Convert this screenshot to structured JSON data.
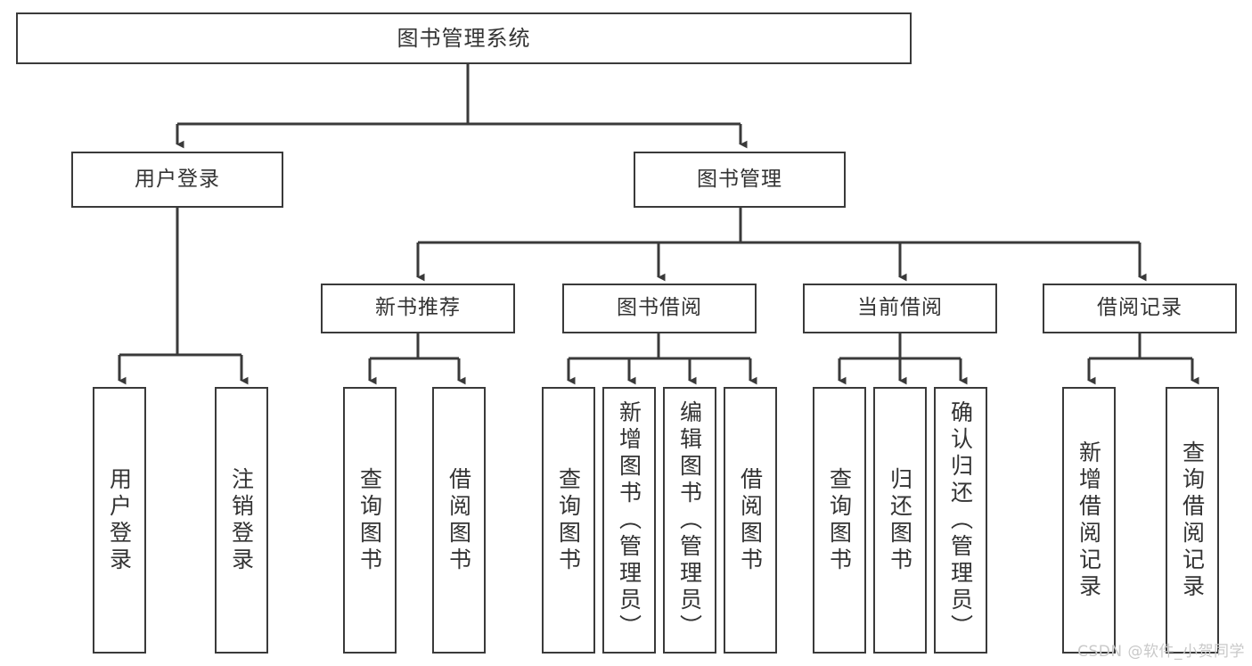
{
  "diagram": {
    "type": "tree-hierarchy-chart",
    "title": "图书管理系统",
    "stroke_color": "#3a3a3a",
    "text_color": "#333333",
    "background_color": "#ffffff",
    "root": {
      "label": "图书管理系统"
    },
    "level1": [
      {
        "label": "用户登录"
      },
      {
        "label": "图书管理"
      }
    ],
    "level2": [
      {
        "label": "新书推荐"
      },
      {
        "label": "图书借阅"
      },
      {
        "label": "当前借阅"
      },
      {
        "label": "借阅记录"
      }
    ],
    "leaves": {
      "user_login": [
        {
          "label": "用户登录"
        },
        {
          "label": "注销登录"
        }
      ],
      "new_book_recommend": [
        {
          "label": "查询图书"
        },
        {
          "label": "借阅图书"
        }
      ],
      "book_borrow": [
        {
          "label": "查询图书"
        },
        {
          "label": "新增图书（管理员）"
        },
        {
          "label": "编辑图书（管理员）"
        },
        {
          "label": "借阅图书"
        }
      ],
      "current_borrow": [
        {
          "label": "查询图书"
        },
        {
          "label": "归还图书"
        },
        {
          "label": "确认归还（管理员）"
        }
      ],
      "borrow_record": [
        {
          "label": "新增借阅记录"
        },
        {
          "label": "查询借阅记录"
        }
      ]
    }
  },
  "watermark": {
    "text": "CSDN @软件_小贺同学"
  }
}
